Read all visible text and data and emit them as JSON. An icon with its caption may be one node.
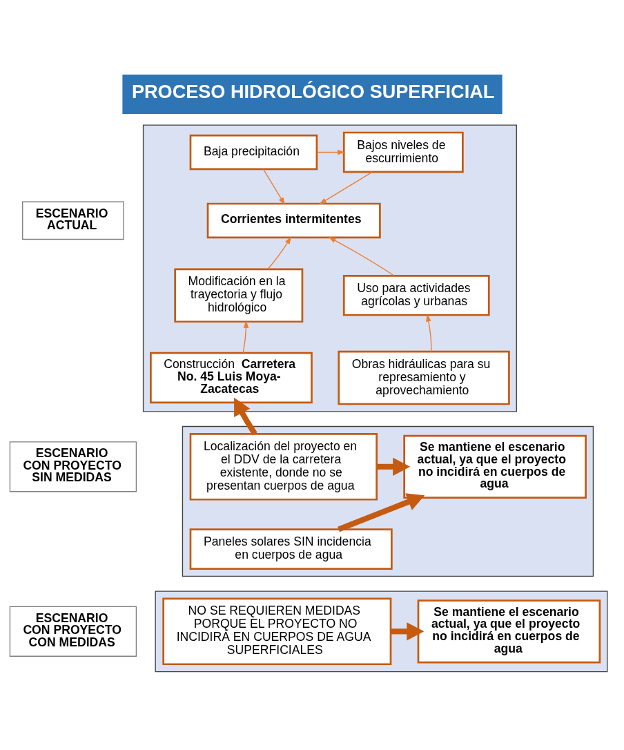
{
  "diagram": {
    "title": "PROCESO HIDROLÓGICO SUPERFICIAL",
    "nodes": [
      {
        "text": [
          "ESCENARIO ACTUAL"
        ]
      },
      {
        "text": [],
        "shape": "box"
      },
      {
        "text": [
          "Baja precipitación"
        ],
        "in": 1
      },
      {
        "text": [
          "Bajos niveles de escurrimiento"
        ],
        "in": 1
      },
      {
        "text": [
          "Corrientes intermitentes"
        ],
        "in": 1
      },
      {
        "text": [
          "Modificación en la trayectoria y flujo hidrológico"
        ],
        "in": 1
      },
      {
        "text": [
          "Uso para actividades agrícolas y urbanas"
        ],
        "in": 1
      },
      {
        "text": [
          "Construcción **Carretera No. 45 Luis Moya- Zacatecas**"
        ],
        "in": 1
      },
      {
        "text": [
          "Obras hidráulicas para su represamiento y aprovechamiento"
        ],
        "in": 1
      },
      {
        "text": [
          "ESCENARIO CON PROYECTO SIN MEDIDAS"
        ]
      },
      {
        "text": [],
        "shape": "box"
      },
      {
        "text": [
          "Localización del proyecto en el DDV de la carretera existente, donde no se presentan cuerpos de agua"
        ],
        "in": 10
      },
      {
        "text": [
          "Paneles solares SIN incidencia en cuerpos de agua"
        ],
        "in": 10
      },
      {
        "text": [
          "Se mantiene el escenario actual, ya que el proyecto no incidirá en cuerpos de agua"
        ],
        "in": 10
      },
      {
        "text": [
          "ESCENARIO CON PROYECTO CON MEDIDAS"
        ]
      },
      {
        "text": [],
        "shape": "box"
      },
      {
        "text": [
          "NO SE REQUIEREN MEDIDAS PORQUE EL PROYECTO NO INCIDIRÁ EN CUERPOS DE AGUA SUPERFICIALES"
        ],
        "in": 15
      },
      {
        "text": [
          "Se mantiene el escenario actual, ya que el proyecto no incidirá en cuerpos de agua"
        ],
        "in": 15
      }
    ],
    "edges": [
      {
        "from": 2,
        "to": 3,
        "arrow": "to"
      },
      {
        "from": 2,
        "to": 4,
        "arrow": "to"
      },
      {
        "from": 3,
        "to": 4,
        "arrow": "to"
      },
      {
        "from": 5,
        "to": 4,
        "arrow": "to"
      },
      {
        "from": 6,
        "to": 4,
        "arrow": "to"
      },
      {
        "from": 7,
        "to": 5,
        "arrow": "to"
      },
      {
        "from": 8,
        "to": 6,
        "arrow": "to"
      },
      {
        "from": 11,
        "to": 7,
        "arrow": "to",
        "style": "thick",
        "color": "#c55a11"
      },
      {
        "from": 11,
        "to": 13,
        "arrow": "to",
        "style": "thick",
        "color": "#c55a11"
      },
      {
        "from": 12,
        "to": 13,
        "arrow": "to",
        "style": "thick",
        "color": "#c55a11"
      },
      {
        "from": 16,
        "to": 17,
        "arrow": "to",
        "style": "thick",
        "color": "#c55a11"
      }
    ]
  }
}
